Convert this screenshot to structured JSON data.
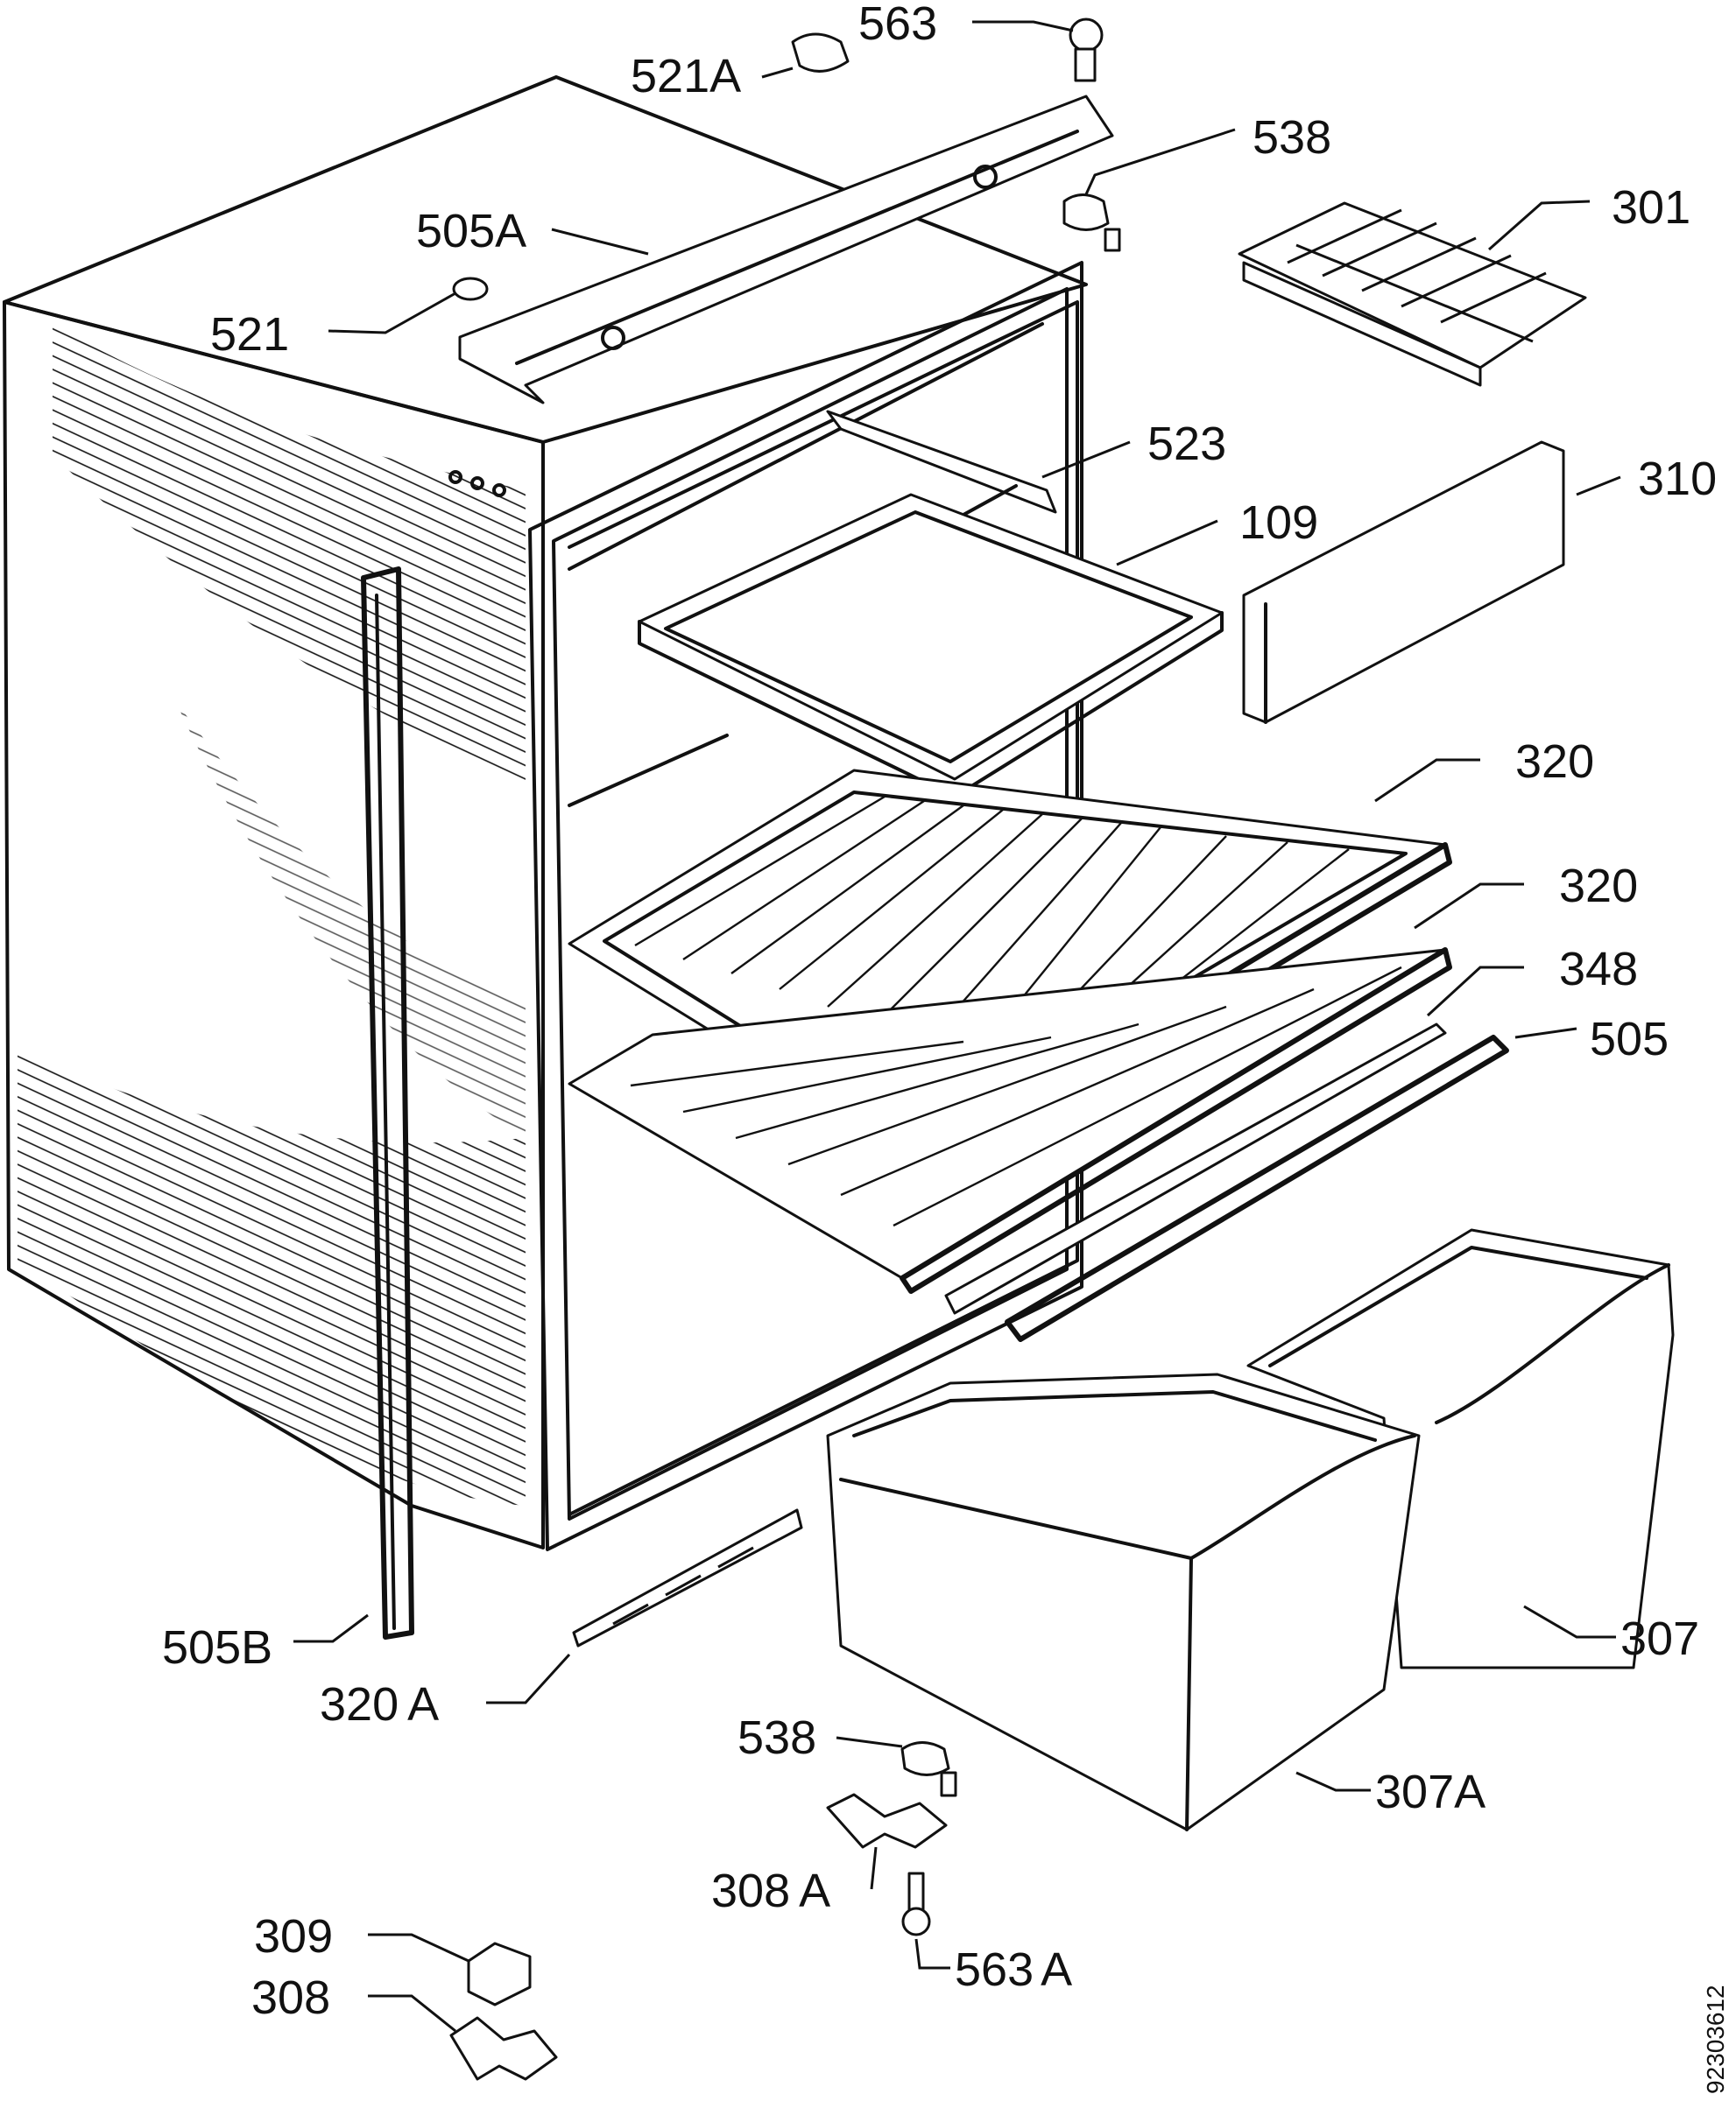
{
  "drawing_code": "92303612",
  "parts": [
    {
      "id": "563",
      "number": "563",
      "suffix": ""
    },
    {
      "id": "521A",
      "number": "521",
      "suffix": "A"
    },
    {
      "id": "538-top",
      "number": "538",
      "suffix": ""
    },
    {
      "id": "505A",
      "number": "505",
      "suffix": "A"
    },
    {
      "id": "301",
      "number": "301",
      "suffix": ""
    },
    {
      "id": "521",
      "number": "521",
      "suffix": ""
    },
    {
      "id": "523",
      "number": "523",
      "suffix": ""
    },
    {
      "id": "310",
      "number": "310",
      "suffix": ""
    },
    {
      "id": "109",
      "number": "109",
      "suffix": ""
    },
    {
      "id": "320-upper",
      "number": "320",
      "suffix": ""
    },
    {
      "id": "320-lower",
      "number": "320",
      "suffix": ""
    },
    {
      "id": "348",
      "number": "348",
      "suffix": ""
    },
    {
      "id": "505",
      "number": "505",
      "suffix": ""
    },
    {
      "id": "505B",
      "number": "505",
      "suffix": "B"
    },
    {
      "id": "307",
      "number": "307",
      "suffix": ""
    },
    {
      "id": "320A",
      "number": "320",
      "suffix": "A"
    },
    {
      "id": "538-bottom",
      "number": "538",
      "suffix": ""
    },
    {
      "id": "307A",
      "number": "307",
      "suffix": "A"
    },
    {
      "id": "308A",
      "number": "308",
      "suffix": "A"
    },
    {
      "id": "563A",
      "number": "563",
      "suffix": "A"
    },
    {
      "id": "309",
      "number": "309",
      "suffix": ""
    },
    {
      "id": "308",
      "number": "308",
      "suffix": ""
    }
  ]
}
